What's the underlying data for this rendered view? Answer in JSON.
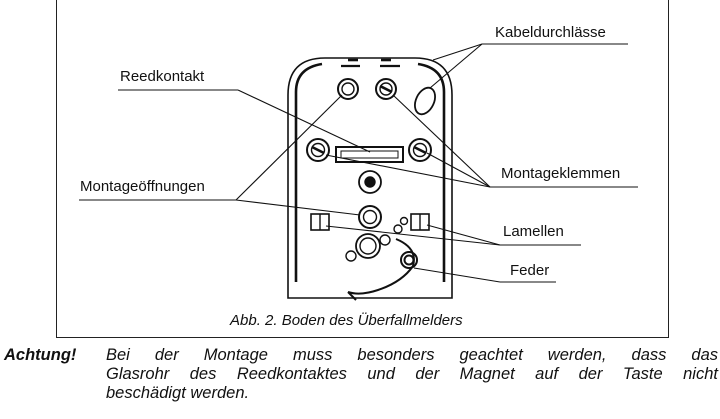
{
  "labels": {
    "cable": "Kabeldurchlässe",
    "reed": "Reedkontakt",
    "holes": "Montageöffnungen",
    "clamps": "Montageklemmen",
    "lamellae": "Lamellen",
    "spring": "Feder"
  },
  "caption": "Abb. 2. Boden des Überfallmelders",
  "note": {
    "heading": "Achtung!",
    "line1": "Bei der Montage muss besonders geachtet werden, dass das",
    "line2": "Glasrohr des Reedkontaktes und der Magnet auf der Taste nicht",
    "line3": "beschädigt werden."
  }
}
